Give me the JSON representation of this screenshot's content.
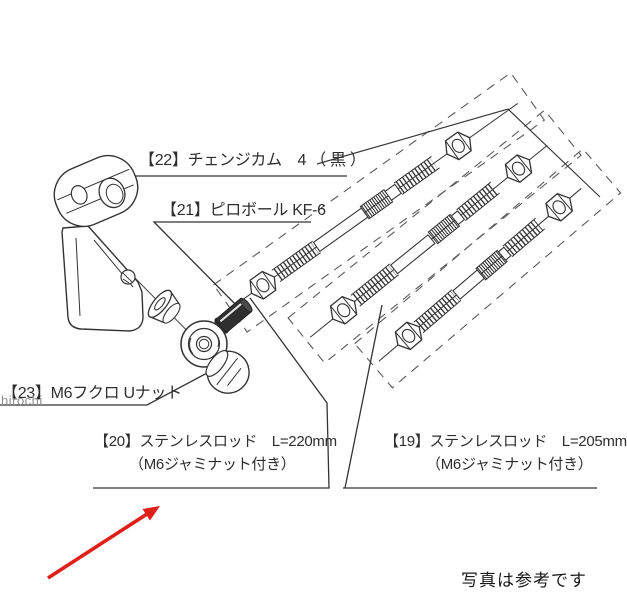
{
  "page": {
    "background": "#ffffff",
    "ink": "#2e2e2e"
  },
  "callouts": {
    "c22": {
      "text": "【22】チェンジカム　4 （ 黒 ）"
    },
    "c21": {
      "text": "【21】ピロボール KF-6"
    },
    "c23": {
      "text": "【23】M6フクロ Uナット"
    },
    "c20": {
      "line1": "【20】ステンレスロッド　L=220mm",
      "line2": "（M6ジャミナット付き）"
    },
    "c19": {
      "line1": "【19】ステンレスロッド　L=205mm",
      "line2": "（M6ジャミナット付き）"
    }
  },
  "watermark": {
    "text": "hirochi",
    "color": "#909090"
  },
  "footer": {
    "note": "写真は参考です"
  },
  "annotation_arrow": {
    "color": "#e02018",
    "direction": "up-right"
  }
}
